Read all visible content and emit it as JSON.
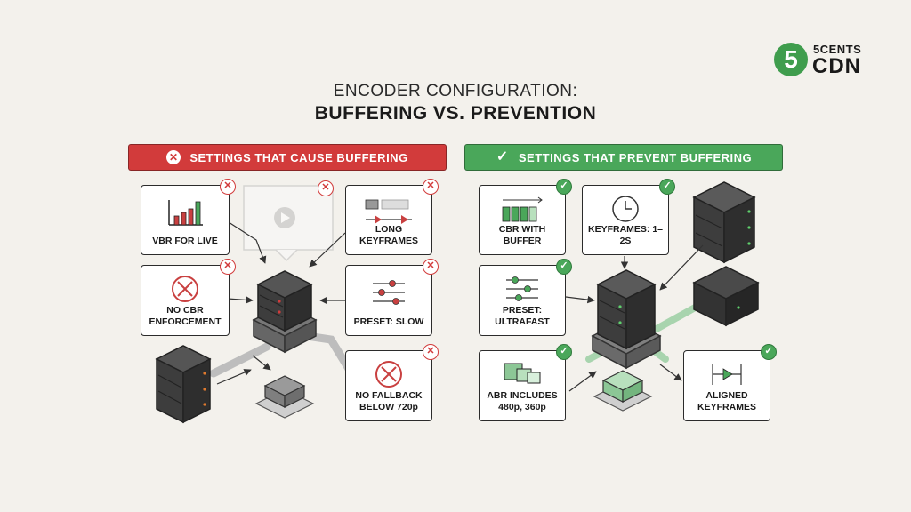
{
  "logo": {
    "mark": "5",
    "line1": "5CENTS",
    "line2": "CDN"
  },
  "title": {
    "line1": "ENCODER CONFIGURATION:",
    "line2": "BUFFERING VS. PREVENTION"
  },
  "left_banner": {
    "label": "SETTINGS THAT CAUSE BUFFERING",
    "icon": "x-circle-icon",
    "color": "#d23b3b"
  },
  "right_banner": {
    "label": "SETTINGS THAT PREVENT BUFFERING",
    "icon": "check-icon",
    "color": "#4aa75a"
  },
  "bad_cards": {
    "vbr": "VBR FOR LIVE",
    "long_keyframes": "LONG KEYFRAMES",
    "no_cbr": "NO CBR\nENFORCEMENT",
    "preset_slow": "PRESET: SLOW",
    "no_fallback": "NO FALLBACK\nBELOW 720p"
  },
  "good_cards": {
    "cbr_buffer": "CBR WITH BUFFER",
    "keyframes": "KEYFRAMES: 1–2S",
    "preset_fast": "PRESET:\nULTRAFAST",
    "abr": "ABR INCLUDES\n480p, 360p",
    "aligned": "ALIGNED\nKEYFRAMES"
  }
}
